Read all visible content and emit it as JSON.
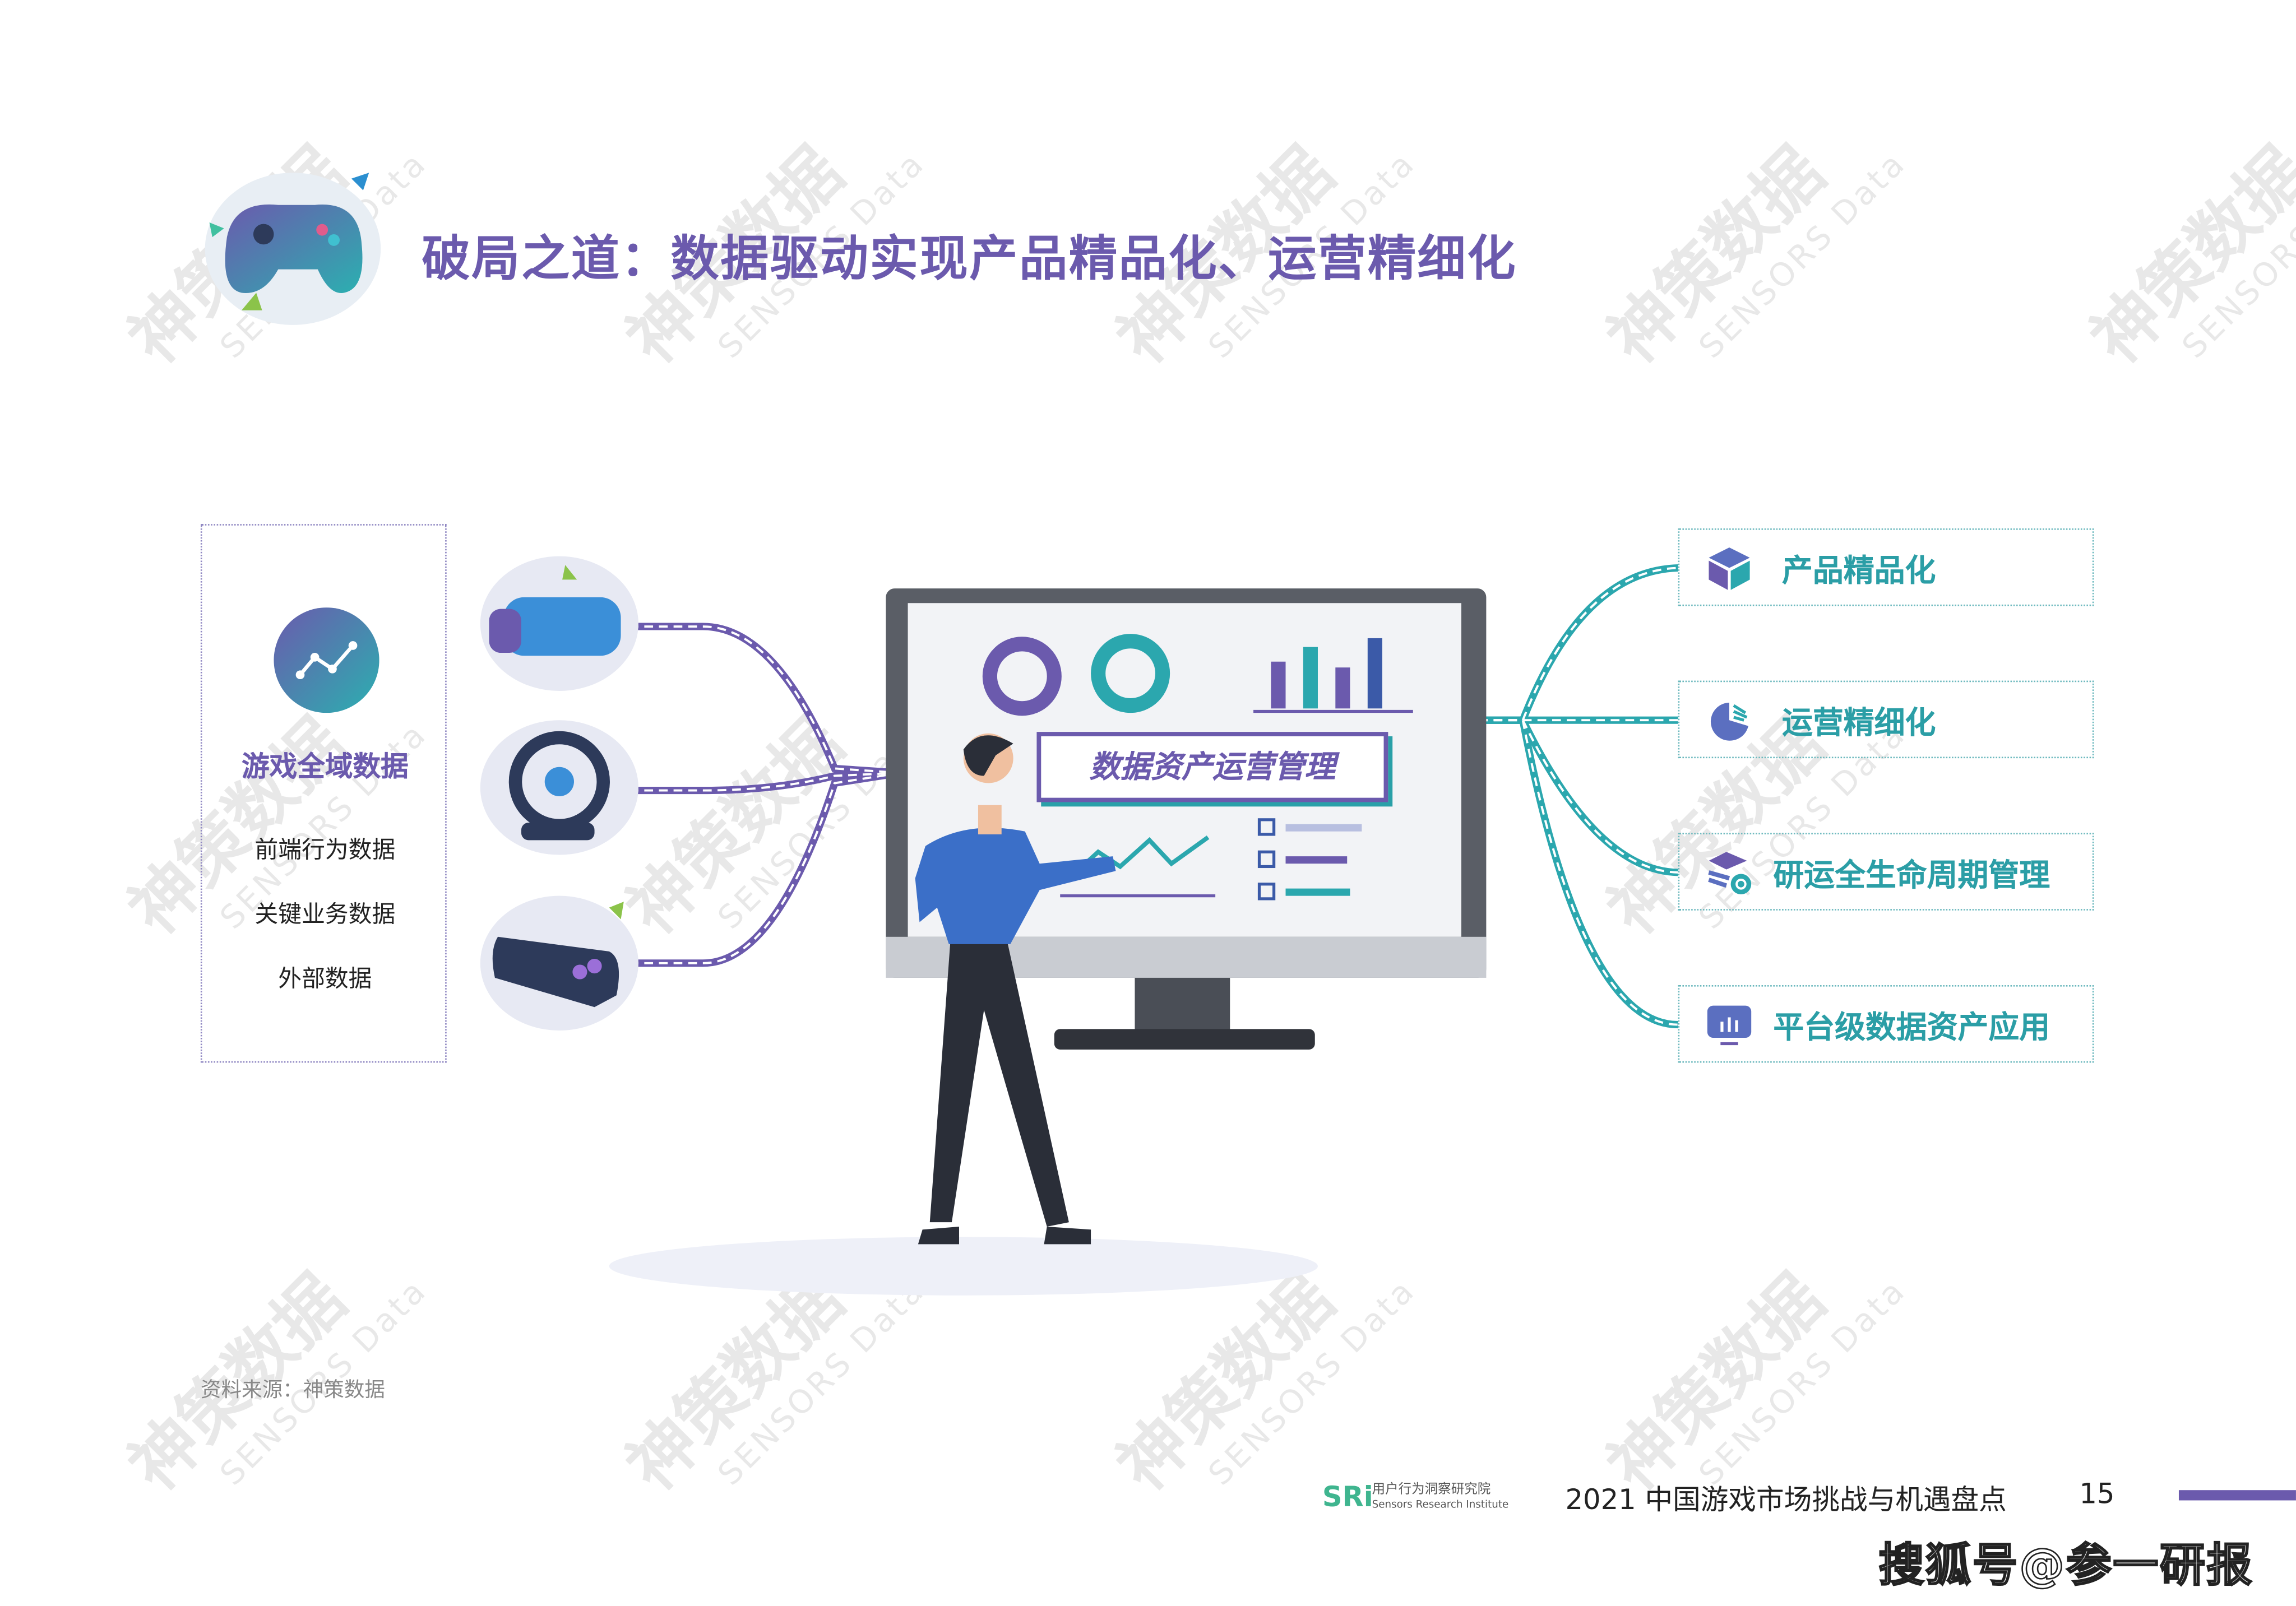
{
  "header": {
    "title": "破局之道：数据驱动实现产品精品化、运营精细化"
  },
  "left_panel": {
    "title": "游戏全域数据",
    "items": [
      "前端行为数据",
      "关键业务数据",
      "外部数据"
    ]
  },
  "center": {
    "monitor_label": "数据资产运营管理"
  },
  "right_panel": {
    "items": [
      {
        "label": "产品精品化",
        "icon": "cube-icon"
      },
      {
        "label": "运营精细化",
        "icon": "pie-chart-icon"
      },
      {
        "label": "研运全生命周期管理",
        "icon": "layers-cycle-icon"
      },
      {
        "label": "平台级数据资产应用",
        "icon": "bar-chart-monitor-icon"
      }
    ]
  },
  "source": "资料来源：神策数据",
  "footer": {
    "logo_text": "SRi",
    "logo_cn": "用户行为洞察研究院",
    "logo_en": "Sensors Research Institute",
    "report_title": "2021 中国游戏市场挑战与机遇盘点",
    "page": "15"
  },
  "overlay": {
    "sohu": "搜狐号@参一研报"
  },
  "watermark": {
    "cn": "神策数据",
    "en": "SENSORS Data"
  },
  "colors": {
    "purple": "#6b5aad",
    "teal": "#2b9ea6",
    "text": "#222222"
  }
}
